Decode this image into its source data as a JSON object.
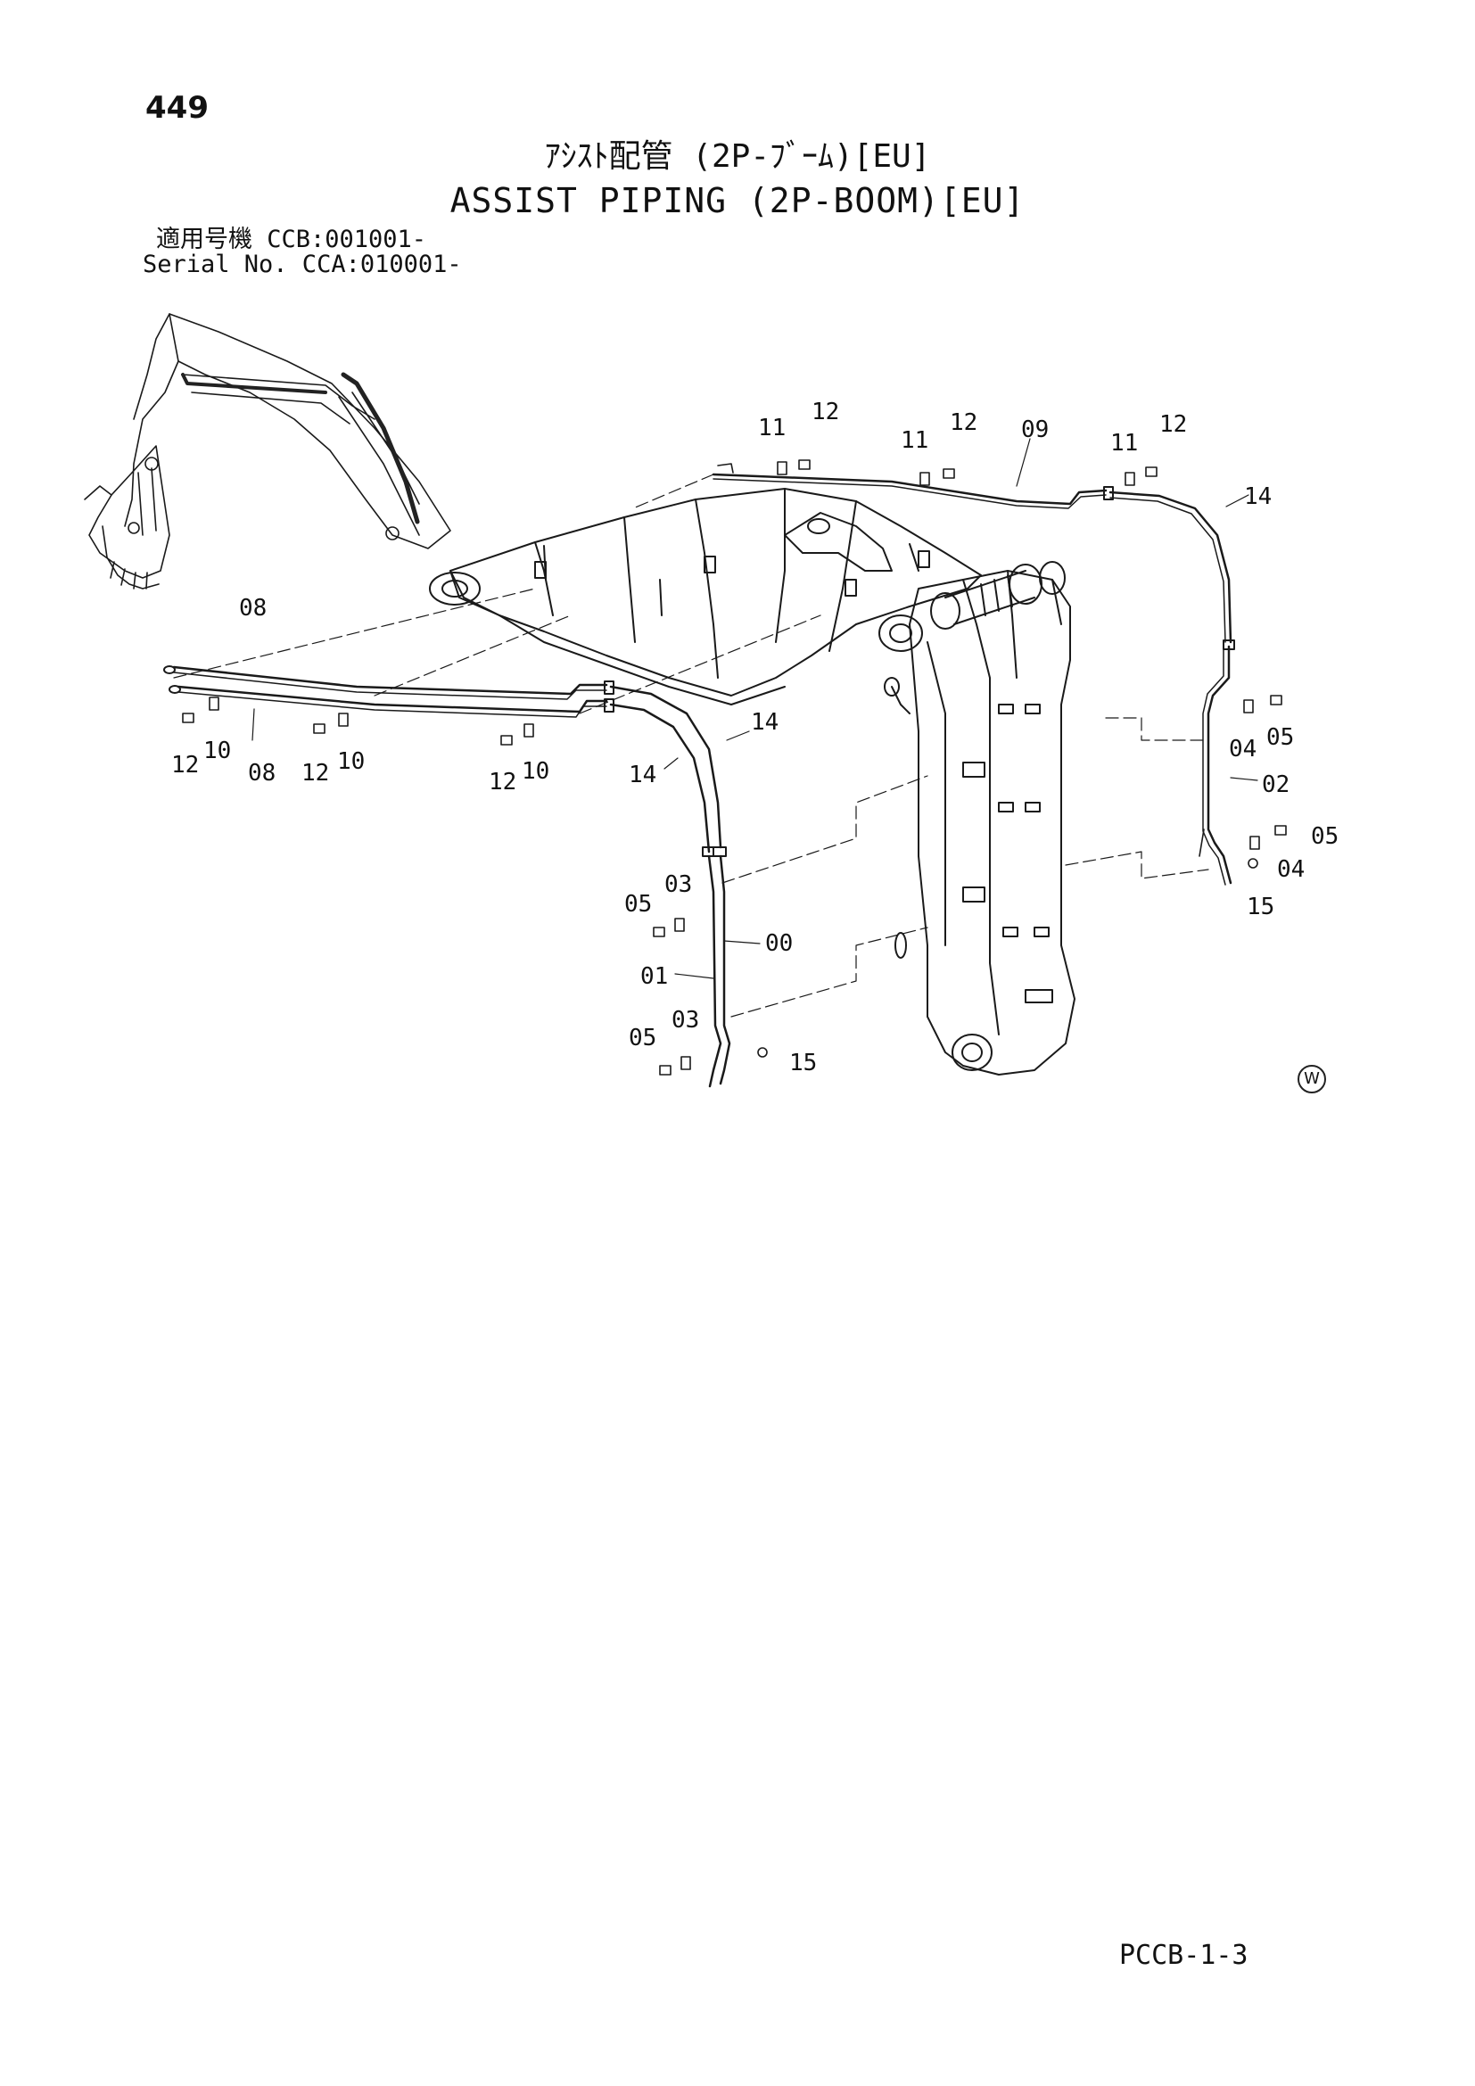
{
  "page_number": "449",
  "title_jp": "ｱｼｽﾄ配管 (2P-ﾌﾞｰﾑ)[EU]",
  "title_en": "ASSIST PIPING (2P-BOOM)[EU]",
  "serial_jp": "適用号機 CCB:001001-",
  "serial_en": "Serial No. CCA:010001-",
  "footer_code": "PCCB-1-3",
  "watermark": "W",
  "part_labels": [
    "11",
    "12",
    "11",
    "12",
    "09",
    "11",
    "12",
    "14",
    "08",
    "10",
    "12",
    "08",
    "12",
    "10",
    "14",
    "14",
    "12",
    "10",
    "04",
    "05",
    "02",
    "05",
    "04",
    "15",
    "05",
    "03",
    "00",
    "01",
    "05",
    "03",
    "15"
  ]
}
